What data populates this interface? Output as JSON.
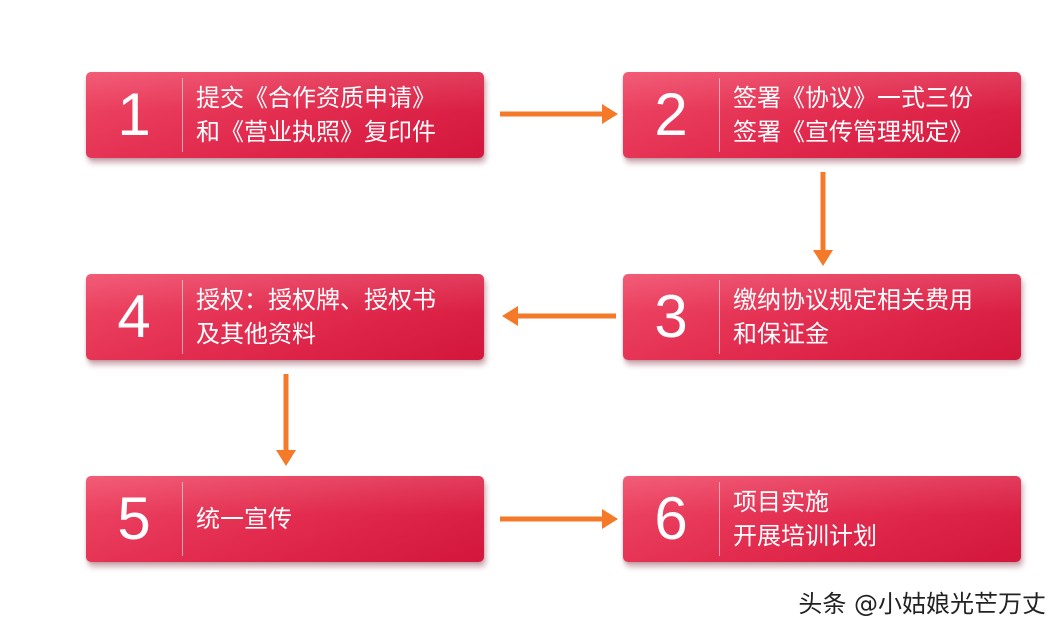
{
  "steps": [
    {
      "num": "1",
      "lines": [
        "提交《合作资质申请》",
        "和《营业执照》复印件"
      ]
    },
    {
      "num": "2",
      "lines": [
        "签署《协议》一式三份",
        "签署《宣传管理规定》"
      ]
    },
    {
      "num": "3",
      "lines": [
        "缴纳协议规定相关费用",
        "和保证金"
      ]
    },
    {
      "num": "4",
      "lines": [
        "授权：授权牌、授权书",
        "及其他资料"
      ]
    },
    {
      "num": "5",
      "lines": [
        "统一宣传"
      ]
    },
    {
      "num": "6",
      "lines": [
        "项目实施",
        "开展培训计划"
      ]
    }
  ],
  "watermark": "头条 @小姑娘光芒万丈",
  "colors": {
    "box": "#e12a4d",
    "arrow": "#f47a2a",
    "text": "#ffffff"
  }
}
